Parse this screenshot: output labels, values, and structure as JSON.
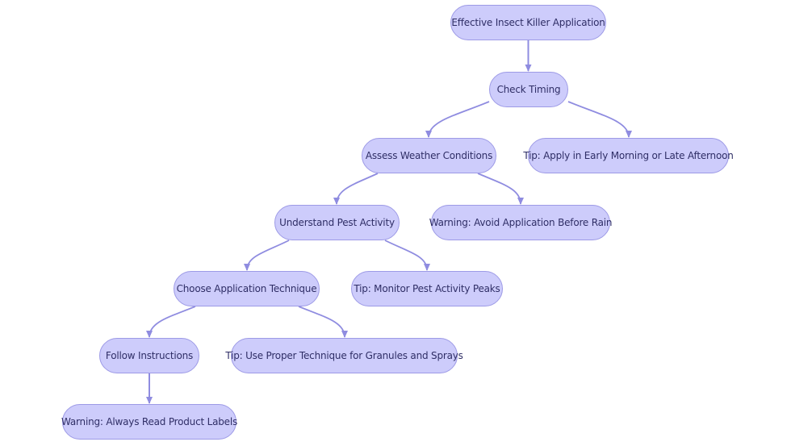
{
  "nodes": [
    {
      "id": "n0",
      "label": "Effective Insect Killer Application"
    },
    {
      "id": "n1",
      "label": "Check Timing"
    },
    {
      "id": "n2",
      "label": "Assess Weather Conditions"
    },
    {
      "id": "n3",
      "label": "Tip: Apply in Early Morning or Late Afternoon"
    },
    {
      "id": "n4",
      "label": "Understand Pest Activity"
    },
    {
      "id": "n5",
      "label": "Warning: Avoid Application Before Rain"
    },
    {
      "id": "n6",
      "label": "Choose Application Technique"
    },
    {
      "id": "n7",
      "label": "Tip: Monitor Pest Activity Peaks"
    },
    {
      "id": "n8",
      "label": "Follow Instructions"
    },
    {
      "id": "n9",
      "label": "Tip: Use Proper Technique for Granules and Sprays"
    },
    {
      "id": "n10",
      "label": "Warning: Always Read Product Labels"
    }
  ],
  "edges": [
    {
      "from": "n0",
      "to": "n1"
    },
    {
      "from": "n1",
      "to": "n2"
    },
    {
      "from": "n1",
      "to": "n3"
    },
    {
      "from": "n2",
      "to": "n4"
    },
    {
      "from": "n2",
      "to": "n5"
    },
    {
      "from": "n4",
      "to": "n6"
    },
    {
      "from": "n4",
      "to": "n7"
    },
    {
      "from": "n6",
      "to": "n8"
    },
    {
      "from": "n6",
      "to": "n9"
    },
    {
      "from": "n8",
      "to": "n10"
    }
  ],
  "colors": {
    "node_fill": "#cdccfb",
    "node_border": "#9d9ae6",
    "edge": "#8f8ce0",
    "text": "#2f2e66"
  }
}
